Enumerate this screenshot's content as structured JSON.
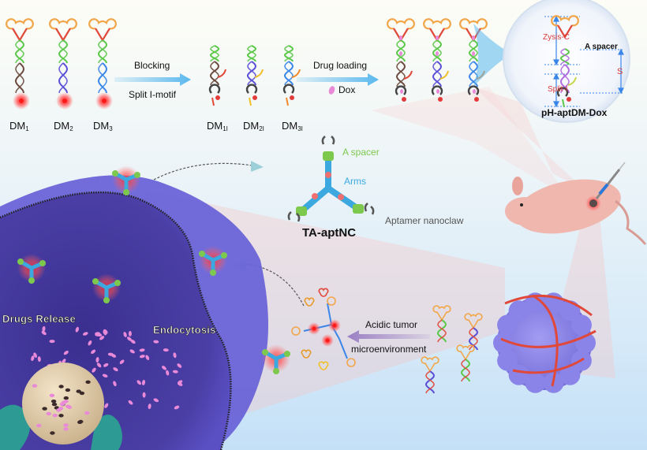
{
  "step1": {
    "strands": [
      {
        "label": "DM",
        "sub": "1",
        "color": "#6b4a3f"
      },
      {
        "label": "DM",
        "sub": "2",
        "color": "#5b4fd6"
      },
      {
        "label": "DM",
        "sub": "3",
        "color": "#3a86e8"
      }
    ]
  },
  "arrow1": {
    "top": "Blocking",
    "bottom": "Split I-motif"
  },
  "step2": {
    "strands": [
      {
        "label": "DM",
        "sub": "1I",
        "color": "#6b4a3f",
        "tail": "#e0483a"
      },
      {
        "label": "DM",
        "sub": "2I",
        "color": "#5b4fd6",
        "tail": "#f0c02a"
      },
      {
        "label": "DM",
        "sub": "3I",
        "color": "#3a86e8",
        "tail": "#f08a2a"
      }
    ]
  },
  "arrow2": {
    "top": "Drug loading",
    "legend": "Dox"
  },
  "inset": {
    "title": "pH-aptDM-Dox",
    "zysis": "Zysis-C",
    "spacer": "A spacer",
    "s": "S",
    "split": "Split-I"
  },
  "nanoclaw": {
    "title": "TA-aptNC",
    "spacer": "A spacer",
    "arms": "Arms",
    "claw": "Aptamer nanoclaw"
  },
  "cell": {
    "release": "Drugs Release",
    "endocytosis": "Endocytosis"
  },
  "acidic": {
    "line1": "Acidic tumor",
    "line2": "microenvironment"
  },
  "colors": {
    "loop": "#f2a64a",
    "stem": "#e0483a",
    "green": "#5cc84a",
    "arrow_blue": "#5ab8ee",
    "arrow_purple": "#9a7fc4",
    "cell": "#6a64d8",
    "cell_dark": "#3a2f8f",
    "red_label": "#d83b3b",
    "spacer_green": "#7dc94e",
    "arms_blue": "#3ba9e0",
    "claw_gray": "#555555",
    "tumor": "#8a84e8",
    "mouse": "#f0b7ae"
  }
}
